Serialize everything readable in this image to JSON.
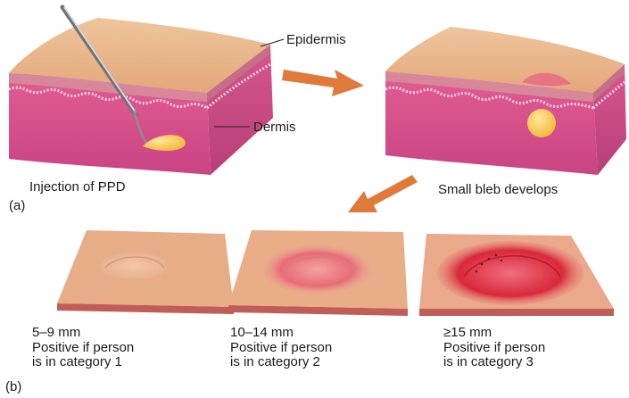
{
  "panel_a": {
    "label": "(a)",
    "epidermis_label": "Epidermis",
    "dermis_label": "Dermis",
    "left_caption": "Injection of PPD",
    "right_caption": "Small bleb develops"
  },
  "panel_b": {
    "label": "(b)",
    "results": [
      {
        "size": "5–9 mm",
        "line2": "Positive if person",
        "line3": "is in category 1"
      },
      {
        "size": "10–14 mm",
        "line2": "Positive if person",
        "line3": "is in category 2"
      },
      {
        "size": "≥15 mm",
        "line2": "Positive if person",
        "line3": "is in category 3"
      }
    ]
  },
  "colors": {
    "epidermis_top": "#e8b48a",
    "dermis": "#d9558a",
    "bleb": "#f5c34a",
    "arrow": "#e07a3a",
    "reaction_red": "#d8293a"
  }
}
